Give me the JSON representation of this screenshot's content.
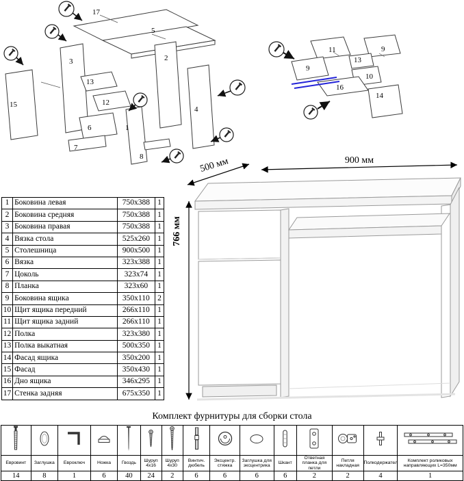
{
  "sheet": {
    "dimensions": {
      "width_label": "900 мм",
      "depth_label": "500 мм",
      "height_label": "766 мм"
    }
  },
  "exploded_left": {
    "callouts": [
      "17",
      "5",
      "3",
      "2",
      "13",
      "12",
      "6",
      "15",
      "7",
      "1",
      "4",
      "8"
    ]
  },
  "exploded_right": {
    "callouts": [
      "11",
      "9",
      "13",
      "9",
      "10",
      "16",
      "14"
    ]
  },
  "parts_table": {
    "rows": [
      {
        "num": "1",
        "name": "Боковина левая",
        "size": "750x388",
        "qty": "1"
      },
      {
        "num": "2",
        "name": "Боковина средняя",
        "size": "750x388",
        "qty": "1"
      },
      {
        "num": "3",
        "name": "Боковина правая",
        "size": "750x388",
        "qty": "1"
      },
      {
        "num": "4",
        "name": "Вязка стола",
        "size": "525x260",
        "qty": "1"
      },
      {
        "num": "5",
        "name": "Столешница",
        "size": "900x500",
        "qty": "1"
      },
      {
        "num": "6",
        "name": "Вязка",
        "size": "323x388",
        "qty": "1"
      },
      {
        "num": "7",
        "name": "Цоколь",
        "size": "323x74",
        "qty": "1"
      },
      {
        "num": "8",
        "name": "Планка",
        "size": "323x60",
        "qty": "1"
      },
      {
        "num": "9",
        "name": "Боковина ящика",
        "size": "350x110",
        "qty": "2"
      },
      {
        "num": "10",
        "name": "Щит ящика передний",
        "size": "266x110",
        "qty": "1"
      },
      {
        "num": "11",
        "name": "Щит ящика задний",
        "size": "266x110",
        "qty": "1"
      },
      {
        "num": "12",
        "name": "Полка",
        "size": "323x380",
        "qty": "1"
      },
      {
        "num": "13",
        "name": "Полка выкатная",
        "size": "500x350",
        "qty": "1"
      },
      {
        "num": "14",
        "name": "Фасад ящика",
        "size": "350x200",
        "qty": "1"
      },
      {
        "num": "15",
        "name": "Фасад",
        "size": "350x430",
        "qty": "1"
      },
      {
        "num": "16",
        "name": "Дно ящика",
        "size": "346x295",
        "qty": "1"
      },
      {
        "num": "17",
        "name": "Стенка задняя",
        "size": "675x350",
        "qty": "1"
      }
    ]
  },
  "hardware": {
    "title": "Комплект фурнитуры для сборки стола",
    "items": [
      {
        "label": "Евровинт",
        "qty": "14",
        "icon": "euroscrew-icon"
      },
      {
        "label": "Заглушка",
        "qty": "8",
        "icon": "plug-icon"
      },
      {
        "label": "Евроключ",
        "qty": "1",
        "icon": "hexkey-icon"
      },
      {
        "label": "Ножка",
        "qty": "6",
        "icon": "foot-icon"
      },
      {
        "label": "Гвоздь",
        "qty": "40",
        "icon": "nail-icon"
      },
      {
        "label": "Шуруп 4x16",
        "qty": "24",
        "icon": "screw-short-icon"
      },
      {
        "label": "Шуруп 4x30",
        "qty": "2",
        "icon": "screw-long-icon"
      },
      {
        "label": "Винтич. дюбель",
        "qty": "6",
        "icon": "dowel-screw-icon"
      },
      {
        "label": "Эксцентр. стяжка",
        "qty": "6",
        "icon": "cam-lock-icon"
      },
      {
        "label": "Заглушка для эксцентрика",
        "qty": "6",
        "icon": "cam-plug-icon"
      },
      {
        "label": "Шкант",
        "qty": "6",
        "icon": "wood-dowel-icon"
      },
      {
        "label": "Ответная планка для петли",
        "qty": "2",
        "icon": "hinge-plate-icon"
      },
      {
        "label": "Петля накладная",
        "qty": "2",
        "icon": "hinge-icon"
      },
      {
        "label": "Полкодержатель",
        "qty": "4",
        "icon": "shelf-pin-icon"
      },
      {
        "label": "Комплект роликовых направляющих L=350мм",
        "qty": "1",
        "icon": "roller-rails-icon"
      }
    ]
  }
}
